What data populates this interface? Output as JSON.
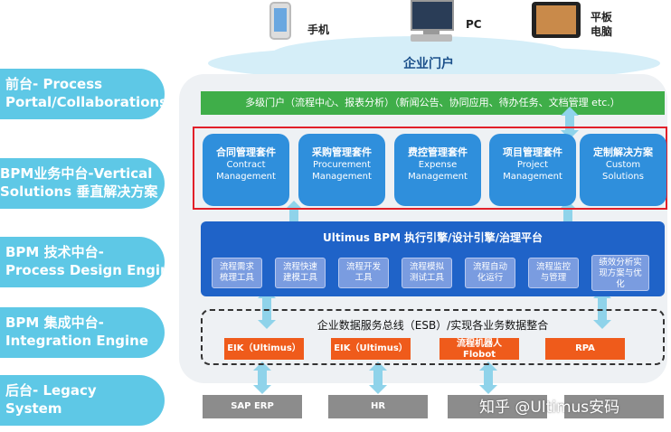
{
  "devices": {
    "phone": "手机",
    "pc": "PC",
    "tablet_line1": "平板",
    "tablet_line2": "电脑"
  },
  "portal": "企业门户",
  "left_labels": [
    {
      "line1": "前台- Process",
      "line2": "Portal/Collaborations"
    },
    {
      "line1": "BPM业务中台-Vertical",
      "line2": "Solutions 垂直解决方案"
    },
    {
      "line1": "BPM 技术中台-",
      "line2": "Process Design Engine"
    },
    {
      "line1": "BPM 集成中台-",
      "line2": "Integration Engine"
    },
    {
      "line1": "后台- Legacy",
      "line2": "System"
    }
  ],
  "portal_bar": "多级门户（流程中心、报表分析）（新闻公告、协同应用、待办任务、文档管理 etc.）",
  "suites": [
    {
      "cn": "合同管理套件",
      "en1": "Contract",
      "en2": "Management"
    },
    {
      "cn": "采购管理套件",
      "en1": "Procurement",
      "en2": "Management"
    },
    {
      "cn": "费控管理套件",
      "en1": "Expense",
      "en2": "Management"
    },
    {
      "cn": "项目管理套件",
      "en1": "Project",
      "en2": "Management"
    },
    {
      "cn": "定制解决方案",
      "en1": "Custom",
      "en2": "Solutions"
    }
  ],
  "engine_title": "Ultimus BPM 执行引擎/设计引擎/治理平台",
  "tools": [
    {
      "l1": "流程需求",
      "l2": "梳理工具",
      "l3": ""
    },
    {
      "l1": "流程快速",
      "l2": "建模工具",
      "l3": ""
    },
    {
      "l1": "流程开发",
      "l2": "工具",
      "l3": ""
    },
    {
      "l1": "流程模拟",
      "l2": "测试工具",
      "l3": ""
    },
    {
      "l1": "流程自动",
      "l2": "化运行",
      "l3": ""
    },
    {
      "l1": "流程监控",
      "l2": "与管理",
      "l3": ""
    },
    {
      "l1": "绩效分析实",
      "l2": "现方案与优",
      "l3": "化"
    }
  ],
  "esb_title": "企业数据服务总线（ESB）/实现各业务数据整合",
  "esb_boxes": [
    {
      "l1": "EIK（Ultimus）",
      "l2": ""
    },
    {
      "l1": "EIK（Ultimus）",
      "l2": ""
    },
    {
      "l1": "流程机器人",
      "l2": "Flobot"
    },
    {
      "l1": "RPA",
      "l2": ""
    }
  ],
  "legacy": [
    "SAP ERP",
    "HR",
    ""
  ],
  "watermark": "知乎 @Ultimus安码",
  "colors": {
    "label_bg": "#5ec8e6",
    "portal_green": "#3fae49",
    "suite_blue": "#2f8fdc",
    "engine_blue": "#1f63c8",
    "esb_orange": "#ef5b1b",
    "highlight_red": "#e2202a"
  }
}
